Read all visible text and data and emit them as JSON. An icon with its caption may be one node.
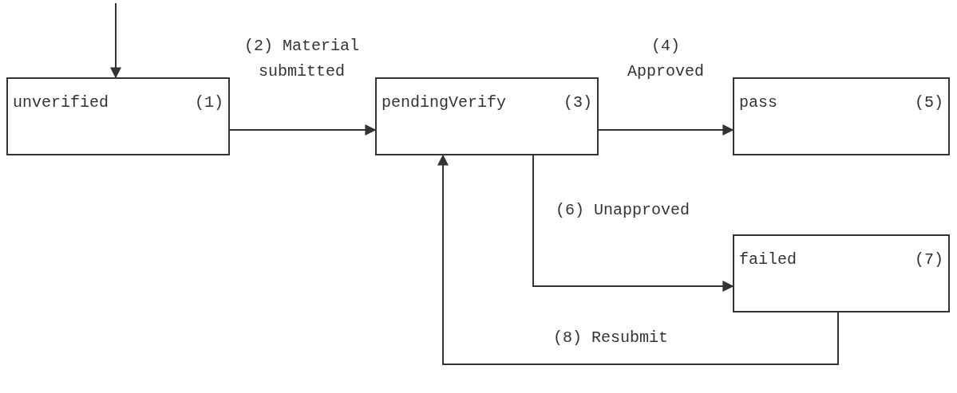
{
  "diagram": {
    "nodes": [
      {
        "text": [
          "unverified",
          "(1)"
        ]
      },
      {
        "text": [
          "pendingVerify",
          "(3)"
        ]
      },
      {
        "text": [
          "pass",
          "(5)"
        ]
      },
      {
        "text": [
          "failed",
          "(7)"
        ]
      }
    ],
    "edges": [
      {
        "from": null,
        "to": 0,
        "arrow": "to"
      },
      {
        "from": 0,
        "to": 1,
        "arrow": "to",
        "label": "(2) Material submitted"
      },
      {
        "from": 1,
        "to": 2,
        "arrow": "to",
        "label": "(4) Approved"
      },
      {
        "from": 1,
        "to": 3,
        "arrow": "to",
        "label": "(6) Unapproved"
      },
      {
        "from": 3,
        "to": 1,
        "arrow": "to",
        "label": "(8) Resubmit"
      }
    ]
  }
}
